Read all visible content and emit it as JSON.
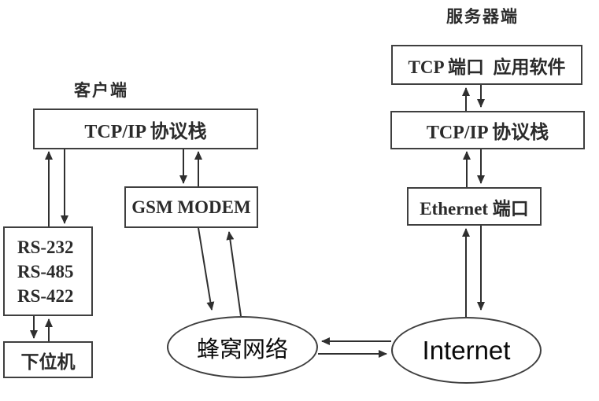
{
  "diagram": {
    "title_labels": {
      "client": "客户端",
      "server": "服务器端"
    },
    "nodes": {
      "client_tcpip": "TCP/IP 协议栈",
      "gsm_modem": "GSM MODEM",
      "serial_ports": {
        "lines": [
          "RS-232",
          "RS-485",
          "RS-422"
        ]
      },
      "lower_machine": "下位机",
      "server_tcp_port": "TCP 端口  应用软件",
      "server_tcpip": "TCP/IP 协议栈",
      "ethernet_port": "Ethernet 端口",
      "cellular_network": "蜂窝网络",
      "internet": "Internet"
    },
    "colors": {
      "background": "#ffffff",
      "line": "#2f2f2f",
      "box_border": "#3f3f3f",
      "box_text": "#2b2b2b",
      "overlay_text": "#0a0a0a"
    }
  }
}
